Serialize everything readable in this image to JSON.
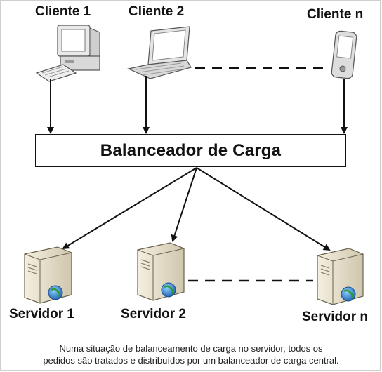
{
  "clients": [
    {
      "label": "Cliente 1",
      "icon": "desktop-computer-icon"
    },
    {
      "label": "Cliente 2",
      "icon": "laptop-icon"
    },
    {
      "label": "Cliente n",
      "icon": "pda-device-icon"
    }
  ],
  "load_balancer": {
    "label": "Balanceador de Carga"
  },
  "servers": [
    {
      "label": "Servidor 1",
      "icon": "server-globe-icon"
    },
    {
      "label": "Servidor 2",
      "icon": "server-globe-icon"
    },
    {
      "label": "Servidor n",
      "icon": "server-globe-icon"
    }
  ],
  "caption": {
    "line1": "Numa situação de balanceamento de carga no servidor, todos os",
    "line2": "pedidos são tratados e distribuídos por um balanceador de carga central."
  },
  "colors": {
    "line": "#111111",
    "server_body": "#ede6d2",
    "globe": "#2e7fd1",
    "screen": "#ffffff"
  }
}
